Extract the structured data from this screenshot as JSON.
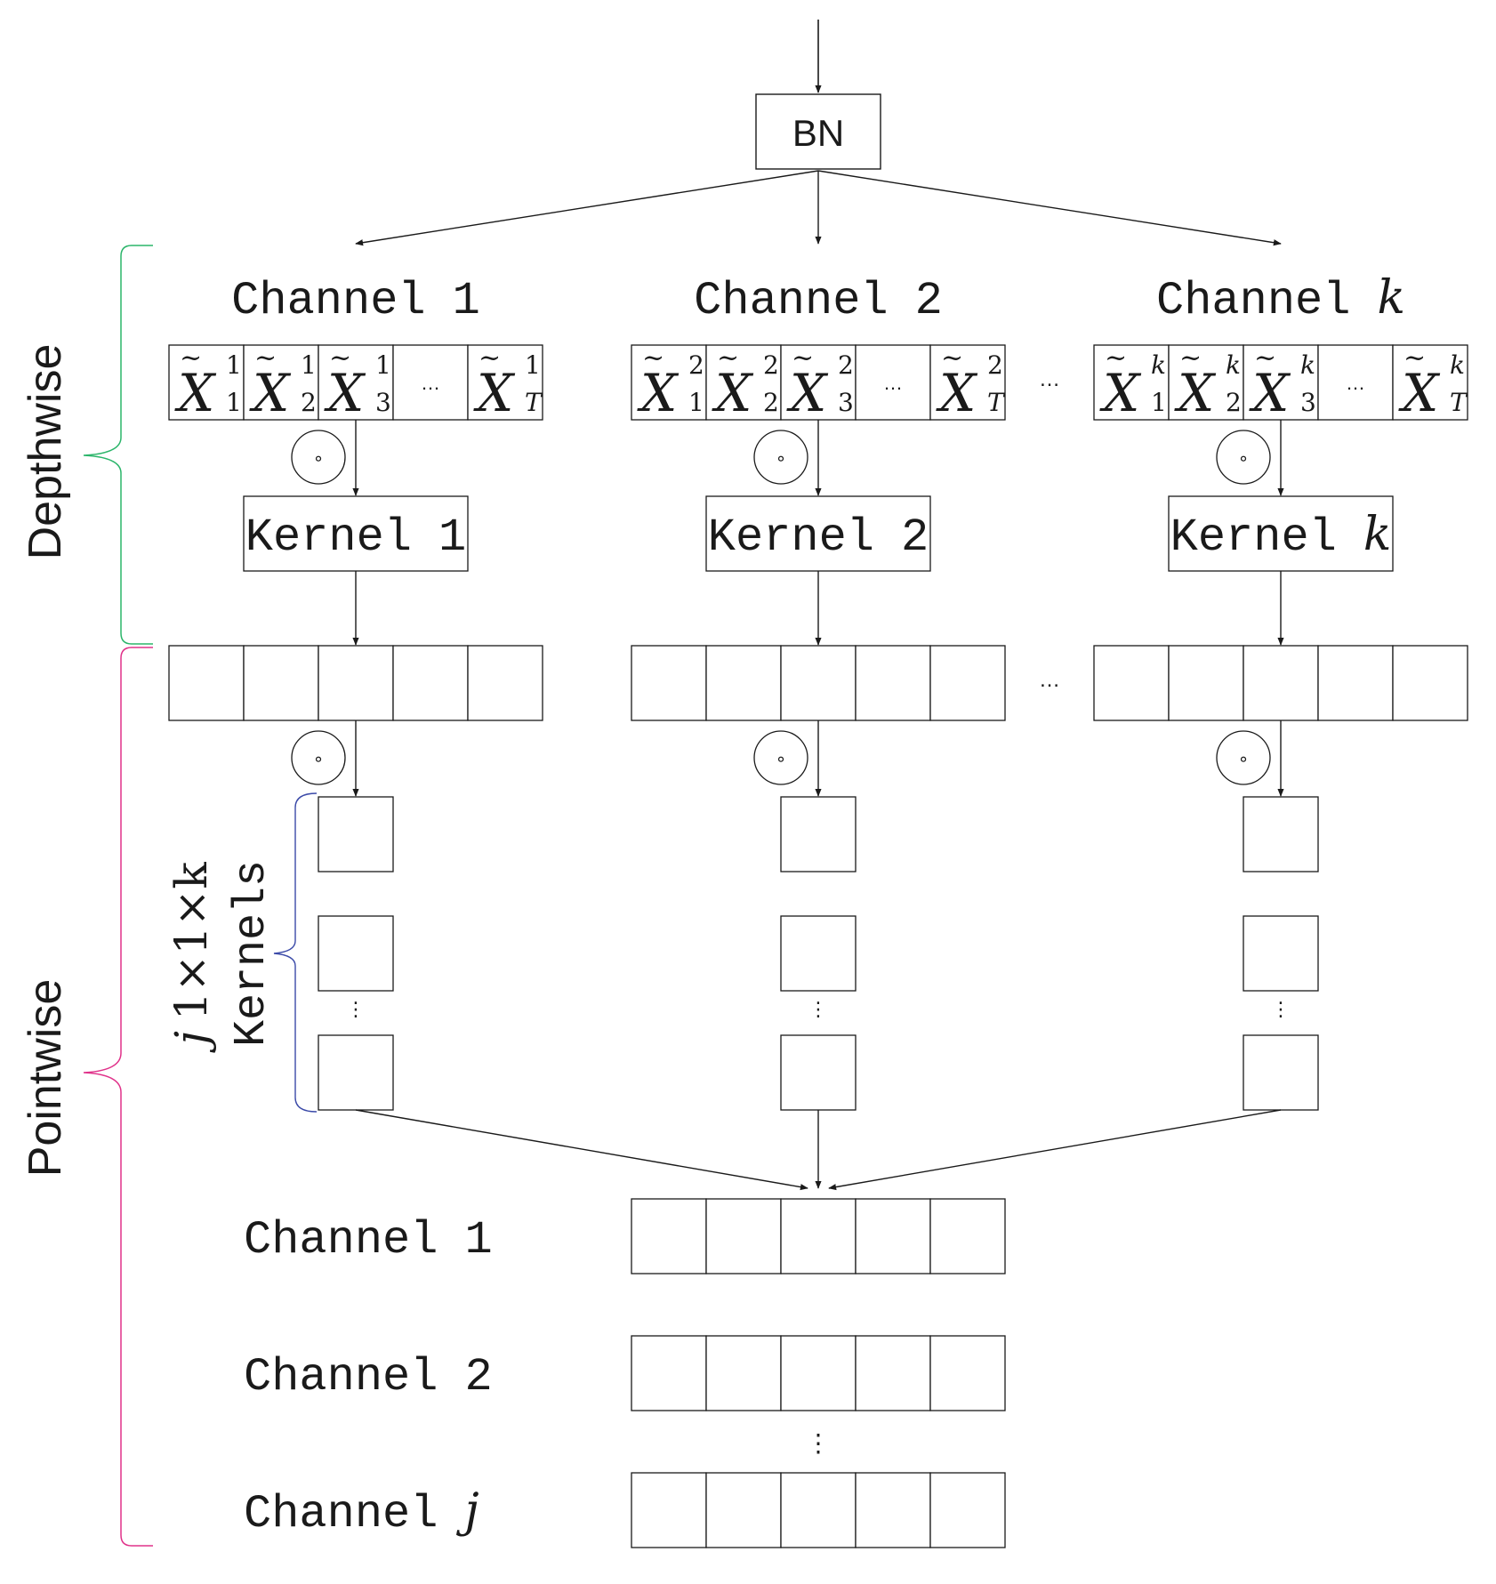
{
  "bn_label": "BN",
  "section_labels": {
    "depthwise": "Depthwise",
    "pointwise": "Pointwise"
  },
  "input_channels": [
    {
      "name": "Channel",
      "index": "1",
      "index_italic": false,
      "kernel_name": "Kernel",
      "kernel_index": "1",
      "superscript": "1",
      "subscripts": [
        "1",
        "2",
        "3",
        "T"
      ]
    },
    {
      "name": "Channel",
      "index": "2",
      "index_italic": false,
      "kernel_name": "Kernel",
      "kernel_index": "2",
      "superscript": "2",
      "subscripts": [
        "1",
        "2",
        "3",
        "T"
      ]
    },
    {
      "name": "Channel",
      "index": "k",
      "index_italic": true,
      "kernel_name": "Kernel",
      "kernel_index": "k",
      "superscript": "k",
      "subscripts": [
        "1",
        "2",
        "3",
        "T"
      ]
    }
  ],
  "cell_base": "X",
  "ellipsis": "…",
  "vertical_ellipsis": "⋮",
  "circle_operator": "∘",
  "pointwise_kernels": {
    "count": "j",
    "size": "1×1×k",
    "label": "Kernels"
  },
  "output_channels": [
    {
      "name": "Channel",
      "index": "1",
      "index_italic": false
    },
    {
      "name": "Channel",
      "index": "2",
      "index_italic": false
    },
    {
      "name": "Channel",
      "index": "j",
      "index_italic": true
    }
  ],
  "colors": {
    "depthwise_brace": "#2bb56a",
    "pointwise_brace": "#e0328a",
    "kernels_brace": "#3b4aa8",
    "stroke": "#1a1a1a"
  }
}
